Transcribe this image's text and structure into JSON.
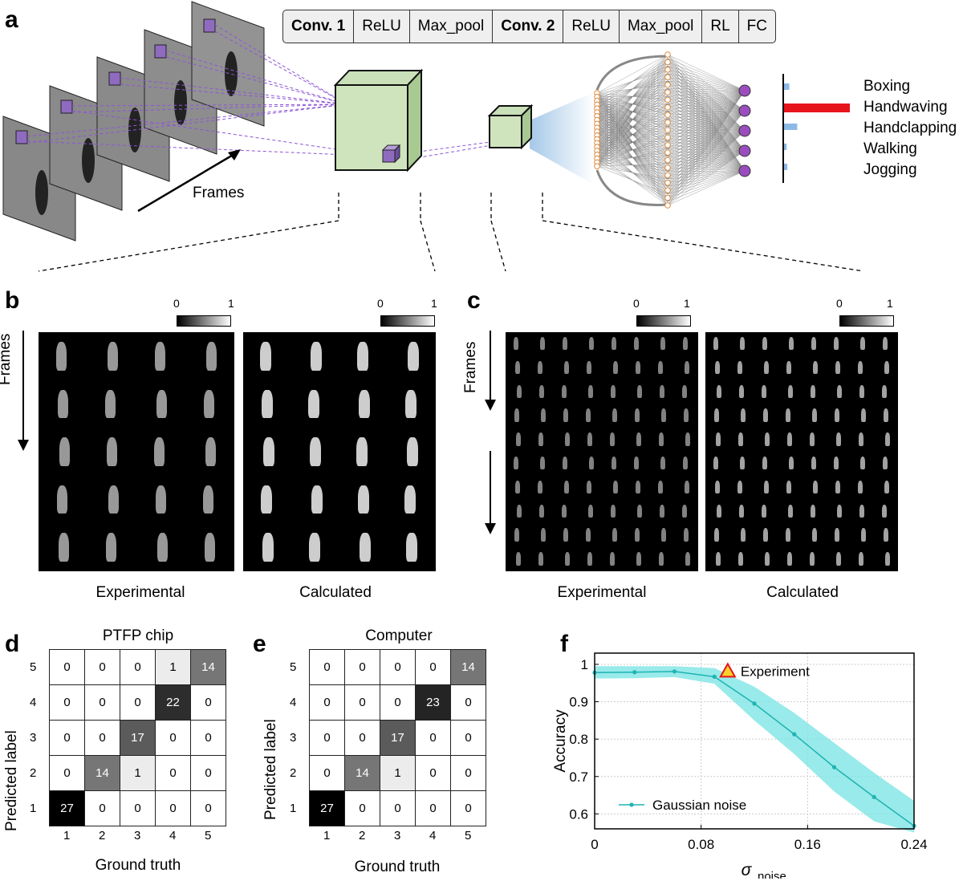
{
  "panels": {
    "a": "a",
    "b": "b",
    "c": "c",
    "d": "d",
    "e": "e",
    "f": "f"
  },
  "pipeline": [
    {
      "label": "Conv. 1",
      "bold": true
    },
    {
      "label": "ReLU",
      "bold": false
    },
    {
      "label": "Max_pool",
      "bold": false
    },
    {
      "label": "Conv. 2",
      "bold": true
    },
    {
      "label": "ReLU",
      "bold": false
    },
    {
      "label": "Max_pool",
      "bold": false
    },
    {
      "label": "RL",
      "bold": false
    },
    {
      "label": "FC",
      "bold": false
    }
  ],
  "frames_label": "Frames",
  "classes": [
    "Boxing",
    "Handwaving",
    "Handclapping",
    "Walking",
    "Jogging"
  ],
  "class_scores": [
    0.08,
    1.0,
    0.2,
    0.04,
    0.05
  ],
  "colorbar": {
    "min": "0",
    "max": "1"
  },
  "panel_b": {
    "left": "Experimental",
    "right": "Calculated",
    "frames": "Frames"
  },
  "panel_c": {
    "left": "Experimental",
    "right": "Calculated",
    "frames": "Frames"
  },
  "cm_d": {
    "title": "PTFP chip",
    "xlabel": "Ground truth",
    "ylabel": "Predicted label",
    "labels": [
      "1",
      "2",
      "3",
      "4",
      "5"
    ],
    "matrix": [
      [
        0,
        0,
        0,
        1,
        14
      ],
      [
        0,
        0,
        0,
        22,
        0
      ],
      [
        0,
        0,
        17,
        0,
        0
      ],
      [
        0,
        14,
        1,
        0,
        0
      ],
      [
        27,
        0,
        0,
        0,
        0
      ]
    ]
  },
  "cm_e": {
    "title": "Computer",
    "xlabel": "Ground truth",
    "ylabel": "Predicted label",
    "labels": [
      "1",
      "2",
      "3",
      "4",
      "5"
    ],
    "matrix": [
      [
        0,
        0,
        0,
        0,
        14
      ],
      [
        0,
        0,
        0,
        23,
        0
      ],
      [
        0,
        0,
        17,
        0,
        0
      ],
      [
        0,
        14,
        1,
        0,
        0
      ],
      [
        27,
        0,
        0,
        0,
        0
      ]
    ]
  },
  "chart_data": {
    "type": "line",
    "xlabel": "σ",
    "xlabel_sub": "noise",
    "ylabel": "Accuracy",
    "xlim": [
      0,
      0.24
    ],
    "ylim": [
      0.56,
      1.03
    ],
    "xticks": [
      "0",
      "0.08",
      "0.16",
      "0.24"
    ],
    "yticks": [
      "0.6",
      "0.7",
      "0.8",
      "0.9",
      "1"
    ],
    "grid": true,
    "legend_position": "bottom-left",
    "series": [
      {
        "name": "Gaussian noise",
        "x": [
          0,
          0.03,
          0.06,
          0.09,
          0.12,
          0.15,
          0.18,
          0.21,
          0.24
        ],
        "y": [
          0.978,
          0.979,
          0.981,
          0.967,
          0.895,
          0.813,
          0.725,
          0.645,
          0.568
        ],
        "upper": [
          0.995,
          0.995,
          0.995,
          0.99,
          0.94,
          0.87,
          0.79,
          0.71,
          0.635
        ],
        "lower": [
          0.962,
          0.963,
          0.966,
          0.948,
          0.85,
          0.76,
          0.66,
          0.58,
          0.55
        ]
      }
    ],
    "annotations": [
      {
        "text": "Experiment",
        "x": 0.1,
        "y": 0.982
      }
    ],
    "colors": {
      "line": "#1fb3b3",
      "band": "#7fe5e5",
      "marker": "#e8141c",
      "marker_fill": "#f6d22b"
    }
  }
}
